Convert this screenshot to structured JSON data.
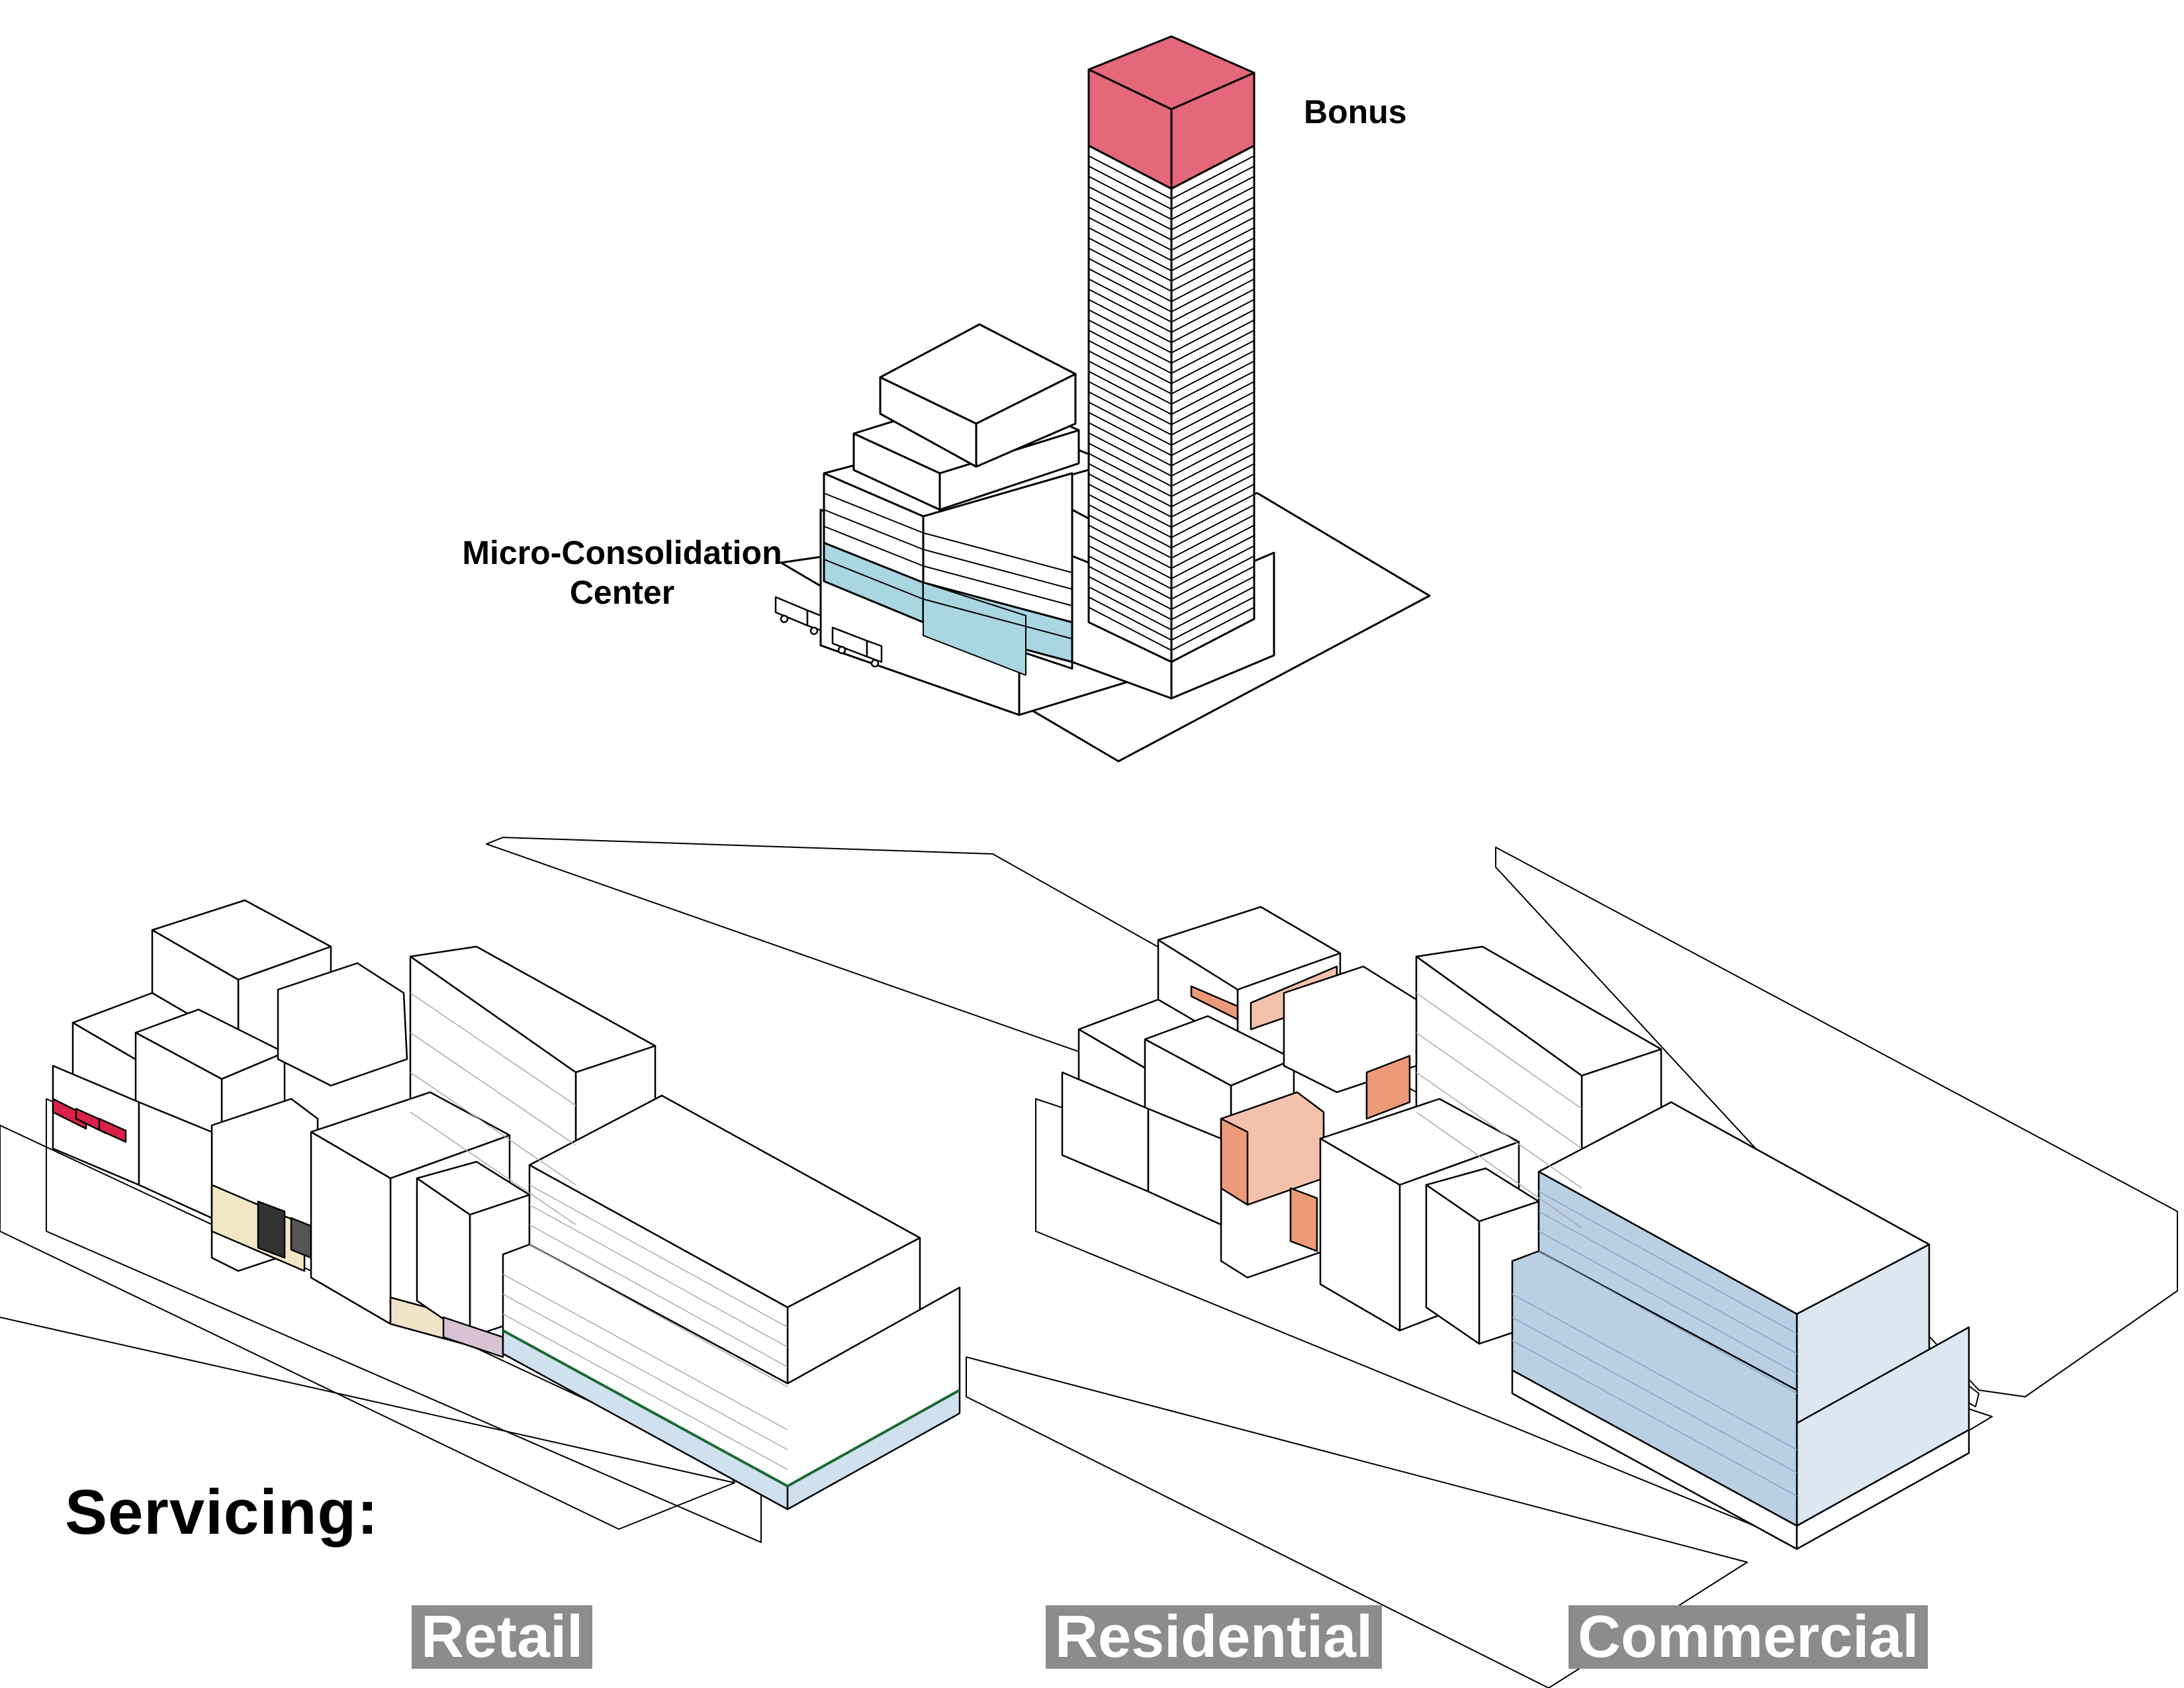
{
  "labels": {
    "bonus": "Bonus",
    "micro_consolidation": "Micro-Consolidation Center",
    "servicing": "Servicing:"
  },
  "tags": {
    "retail": "Retail",
    "residential": "Residential",
    "commercial": "Commercial"
  },
  "colors": {
    "bonus": "#e4677a",
    "micro_consolidation": "#a9d6e0",
    "tag_background": "#8c8c8c",
    "residential_accent": "#ec9a78",
    "commercial_accent": "#b9cfe3",
    "retail_accent": "#d8224a"
  }
}
